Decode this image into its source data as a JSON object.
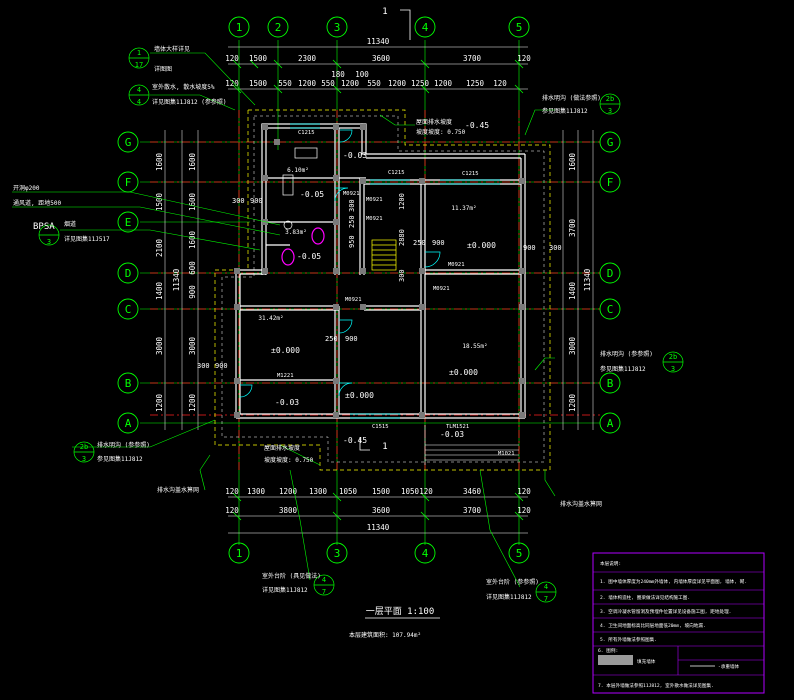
{
  "colors": {
    "background": "#000000",
    "grid_axis": "#00ff00",
    "wall": "#ffffff",
    "column": "#7a7a7a",
    "dimension": "#ffffff",
    "annotation": "#00ff00",
    "red_axis": "#ff2020",
    "yellow": "#ffff00",
    "cyan": "#00ffff",
    "magenta": "#ff00ff",
    "legend_frame": "#b000ff"
  },
  "axes_top": [
    "1",
    "2",
    "3",
    "4",
    "5"
  ],
  "axes_bottom": [
    "1",
    "3",
    "4",
    "5"
  ],
  "axes_side": [
    "G",
    "F",
    "E",
    "D",
    "C",
    "B",
    "A"
  ],
  "dims": {
    "top_total": "11340",
    "top_row1": [
      "120",
      "1500",
      "2300",
      "3600",
      "3700",
      "120"
    ],
    "top_row2": [
      "120",
      "1500",
      "550",
      "1200",
      "550",
      "1200",
      "550",
      "1200",
      "1250",
      "1200",
      "1250",
      "120"
    ],
    "top_180": "180",
    "top_100": "100",
    "bottom_row1": [
      "120",
      "1300",
      "1200",
      "1300",
      "1050",
      "1500",
      "1050",
      "120",
      "3460",
      "120"
    ],
    "bottom_row2": [
      "120",
      "3800",
      "3600",
      "3700",
      "120"
    ],
    "bottom_total": "11340",
    "left_outer": [
      "1600",
      "1500",
      "2100",
      "1400",
      "3000",
      "1200"
    ],
    "left_inner": [
      "1600",
      "1600",
      "1600",
      "600",
      "900",
      "3000",
      "1200"
    ],
    "left_total": "11340",
    "right_outer": [
      "1600",
      "3700",
      "1400",
      "3000",
      "1200"
    ],
    "right_total": "11340",
    "inner": [
      "300",
      "900",
      "300",
      "900",
      "250",
      "900",
      "250",
      "900",
      "900",
      "300",
      "950",
      "250",
      "300",
      "1200",
      "2880",
      "300"
    ]
  },
  "rooms": {
    "r1_area": "6.10m²",
    "r2_area": "3.83m²",
    "r3_area": "11.37m²",
    "r4_area": "31.42m²",
    "r5_area": "18.55m²"
  },
  "elevations": {
    "e_m045_top": "-0.45",
    "e_m003": "-0.03",
    "e_m005a": "-0.05",
    "e_m005b": "-0.05",
    "e_000_a": "±0.000",
    "e_000_b": "±0.000",
    "e_000_c": "±0.000",
    "e_000_d": "±0.000",
    "e_m003_b": "-0.03",
    "e_m045_bot": "-0.45",
    "e_m003_c": "-0.03"
  },
  "doors_windows": {
    "c1215_a": "C1215",
    "c1215_b": "C1215",
    "c1215_c": "C1215",
    "c1515": "C1515",
    "m1221": "M1221",
    "m0921_a": "M0921",
    "m0921_b": "M0921",
    "m0921_c": "M0921",
    "m0921_d": "M0921",
    "m0921_e": "M0921",
    "m0921_f": "M0921",
    "tlm": "TLM1521",
    "m1021": "M1021"
  },
  "notes": {
    "n1_circle_top": "1",
    "n1_circle_bot": "17",
    "n1_text1": "墙体大样详见",
    "n1_text2": "详图图",
    "n2_circle_top": "4",
    "n2_circle_bot": "4",
    "n2_text1": "室外散水, 散水坡度5%",
    "n2_text2": "详见图集11J812 (参参照)",
    "n3_text1": "屋面排水坡度",
    "n3_text2": "坡度坡度: 0.750",
    "n4_circle_top": "2b",
    "n4_circle_bot": "3",
    "n4_text1": "排水明沟 (做法参照)",
    "n4_text2": "参见图集11J812",
    "n5_text1": "开洞φ200",
    "n5_text2": "通风道, 距地500",
    "n6_bp": "BPSA",
    "n6_circle_bot": "3",
    "n6_text1": "烟道",
    "n6_text2": "详见图集11J517",
    "n7_circle_top": "2b",
    "n7_circle_bot": "3",
    "n7_text1": "排水明沟 (参参照)",
    "n7_text2": "参见图集11J812",
    "n8_circle_top": "2b",
    "n8_circle_bot": "3",
    "n8_text1": "排水明沟 (参参照)",
    "n8_text2": "参见图集11J812",
    "n9_text1": "屋面排水坡度",
    "n9_text2": "坡度坡度: 0.750",
    "n10": "排水沟盖水箅网",
    "n11": "排水沟盖水箅网",
    "n12_circle_top": "4",
    "n12_circle_bot": "7",
    "n12_text1": "室外台阶 (具见做法)",
    "n12_text2": "详见图集11J812",
    "n13_circle_top": "4",
    "n13_circle_bot": "7",
    "n13_text1": "室外台阶 (参参照)",
    "n13_text2": "详见图集11J812",
    "section_top": "1",
    "section_bottom": "1"
  },
  "title": {
    "name": "一层平面 1:100",
    "area": "本层建筑面积: 107.94m²"
  },
  "legend": {
    "heading": "本层说明:",
    "line1": "1. 图中墙体厚度为240mm外墙体, 内墙体厚度详见平面图, 墙体, 砌.",
    "line2": "2. 墙体构造柱, 圈梁做法详见结构施工图.",
    "line3": "3. 空调冷凝水管留洞及预埋件位置详见设备施工图, 距地处理.",
    "line4": "4. 卫生间地面标高比同层地面低20mm, 坡向地漏.",
    "line5": "5. 所有外墙做法参照图集.",
    "line6": "6. 图例:",
    "legend_item1": "填充墙体",
    "legend_item2": "-承重墙体",
    "line7": "7. 本层外墙做法参照11J812, 室外散水做法详见图集."
  }
}
